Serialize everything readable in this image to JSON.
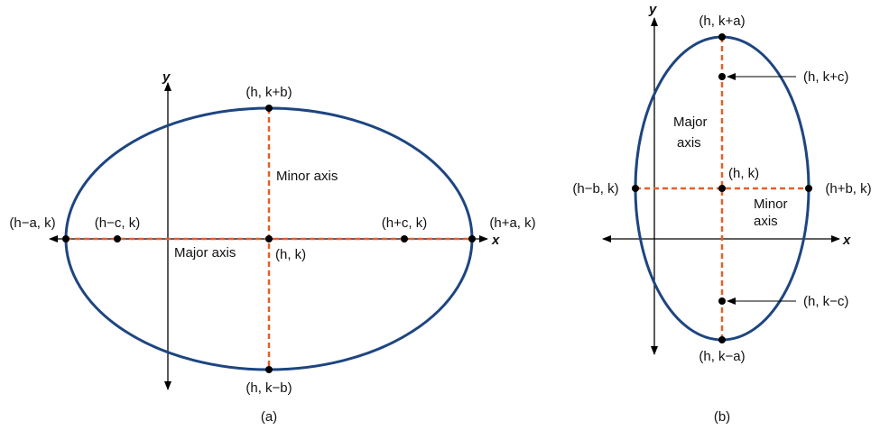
{
  "colors": {
    "ellipse": "#1d4580",
    "axis_dash": "#e2602a",
    "point": "#000000"
  },
  "panel_a": {
    "caption": "(a)",
    "x_label": "x",
    "y_label": "y",
    "top": "(h, k+b)",
    "bottom": "(h, k−b)",
    "left_vertex": "(h−a, k)",
    "right_vertex": "(h+a, k)",
    "left_focus": "(h−c, k)",
    "right_focus": "(h+c, k)",
    "center": "(h, k)",
    "major_axis": "Major axis",
    "minor_axis": "Minor axis"
  },
  "panel_b": {
    "caption": "(b)",
    "x_label": "x",
    "y_label": "y",
    "top": "(h, k+a)",
    "bottom": "(h, k−a)",
    "top_focus": "(h, k+c)",
    "bottom_focus": "(h, k−c)",
    "left": "(h−b, k)",
    "right": "(h+b, k)",
    "center": "(h, k)",
    "major_axis_line1": "Major",
    "major_axis_line2": "axis",
    "minor_axis_line1": "Minor",
    "minor_axis_line2": "axis"
  }
}
